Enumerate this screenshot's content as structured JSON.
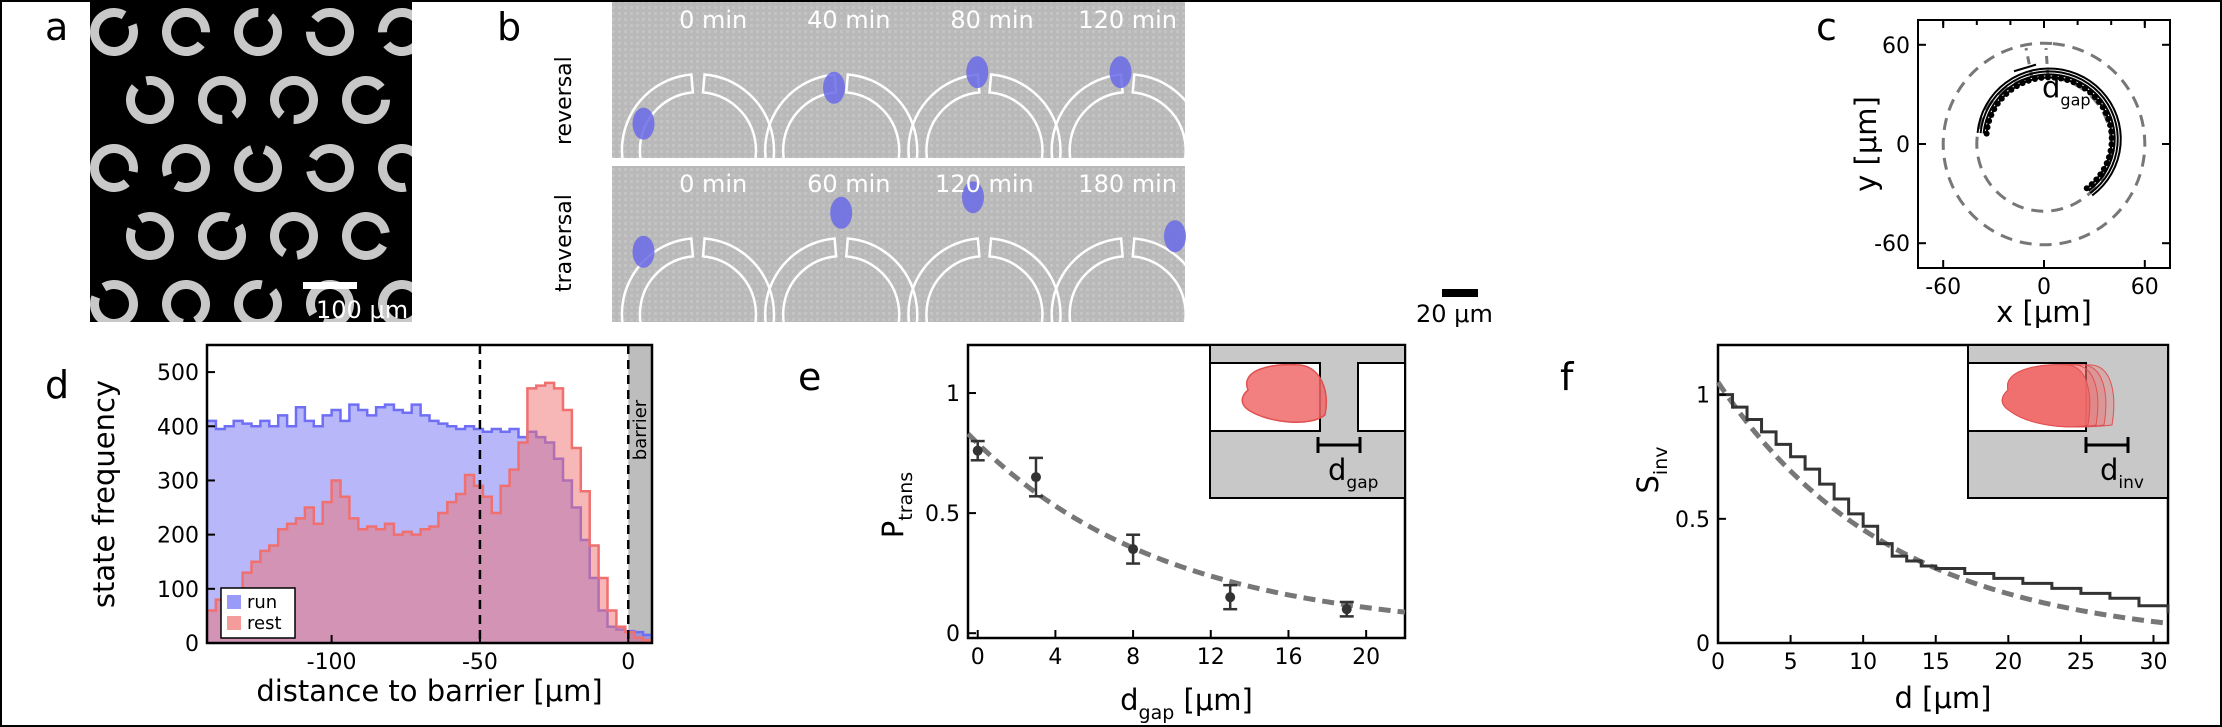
{
  "panels": {
    "a": {
      "label": "a",
      "scale_bar": "100 μm"
    },
    "b": {
      "label": "b",
      "rows": [
        {
          "name": "reversal",
          "times": [
            "0 min",
            "40 min",
            "80 min",
            "120 min"
          ]
        },
        {
          "name": "traversal",
          "times": [
            "0 min",
            "60 min",
            "120 min",
            "180 min"
          ]
        }
      ],
      "scale_bar": "20 μm"
    },
    "c": {
      "label": "c",
      "gap_label_main": "d",
      "gap_label_sub": "gap"
    },
    "d": {
      "label": "d",
      "barrier_label": "barrier"
    },
    "e": {
      "label": "e",
      "inset_label_main": "d",
      "inset_label_sub": "gap"
    },
    "f": {
      "label": "f",
      "inset_label_main": "d",
      "inset_label_sub": "inv"
    }
  },
  "chart_data": [
    {
      "id": "c",
      "type": "line",
      "xlabel": "x [μm]",
      "ylabel": "y [μm]",
      "xlim": [
        -75,
        75
      ],
      "ylim": [
        -75,
        75
      ],
      "xticks": [
        -60,
        0,
        60
      ],
      "yticks": [
        -60,
        0,
        60
      ],
      "circles": [
        {
          "r": 60
        },
        {
          "r": 40
        }
      ],
      "trajectory_center": [
        3,
        3
      ],
      "trajectory_radius": 40,
      "trajectory_arc_degrees": [
        -175,
        55
      ]
    },
    {
      "id": "d",
      "type": "area",
      "xlabel": "distance to barrier [μm]",
      "ylabel": "state frequency",
      "xlim": [
        -142,
        8
      ],
      "ylim": [
        0,
        550
      ],
      "xticks": [
        -100,
        -50,
        0
      ],
      "yticks": [
        0,
        100,
        200,
        300,
        400,
        500
      ],
      "vlines": [
        -50,
        0
      ],
      "barrier_from": 0,
      "bin_width": 3,
      "bin_start": -142,
      "legend": "bottom-left",
      "series": [
        {
          "name": "run",
          "color": "#6f6ff5",
          "values": [
            410,
            395,
            400,
            410,
            405,
            400,
            410,
            400,
            420,
            400,
            435,
            410,
            400,
            420,
            430,
            410,
            440,
            430,
            420,
            435,
            440,
            430,
            425,
            440,
            420,
            410,
            405,
            400,
            395,
            400,
            395,
            390,
            395,
            390,
            395,
            380,
            390,
            380,
            370,
            340,
            300,
            250,
            190,
            120,
            60,
            30,
            25,
            22,
            20,
            15
          ]
        },
        {
          "name": "rest",
          "color": "#f07070",
          "values": [
            60,
            80,
            90,
            100,
            130,
            150,
            170,
            180,
            210,
            220,
            230,
            250,
            220,
            260,
            300,
            270,
            230,
            210,
            215,
            210,
            220,
            200,
            205,
            200,
            210,
            215,
            240,
            260,
            275,
            310,
            290,
            270,
            240,
            290,
            320,
            370,
            470,
            475,
            480,
            470,
            430,
            360,
            280,
            180,
            120,
            60,
            30,
            20,
            10,
            5
          ]
        }
      ]
    },
    {
      "id": "e",
      "type": "scatter",
      "xlabel_main": "d",
      "xlabel_sub": "gap",
      "xlabel_unit": " [μm]",
      "ylabel_main": "P",
      "ylabel_sub": "trans",
      "xlim": [
        -0.5,
        22
      ],
      "ylim": [
        -0.02,
        1.2
      ],
      "xticks": [
        0,
        4,
        8,
        12,
        16,
        20
      ],
      "yticks": [
        0,
        0.5,
        1
      ],
      "x": [
        0,
        3,
        8,
        13,
        19
      ],
      "y": [
        0.76,
        0.65,
        0.35,
        0.15,
        0.1
      ],
      "yerr": [
        0.04,
        0.08,
        0.06,
        0.05,
        0.03
      ],
      "fit": {
        "type": "exponential",
        "a": 0.79,
        "tau": 10.0
      }
    },
    {
      "id": "f",
      "type": "line",
      "xlabel": "d [μm]",
      "ylabel_main": "S",
      "ylabel_sub": "inv",
      "xlim": [
        0,
        31
      ],
      "ylim": [
        0,
        1.2
      ],
      "xticks": [
        0,
        5,
        10,
        15,
        20,
        25,
        30
      ],
      "yticks": [
        0,
        0.5,
        1
      ],
      "step_x": [
        0,
        1,
        2,
        3,
        4,
        5,
        6,
        7,
        8,
        9,
        10,
        11,
        12,
        13,
        14,
        15,
        17,
        19,
        21,
        23,
        25,
        27,
        29,
        31
      ],
      "step_y": [
        1.0,
        0.95,
        0.9,
        0.85,
        0.8,
        0.75,
        0.7,
        0.64,
        0.58,
        0.52,
        0.47,
        0.4,
        0.35,
        0.33,
        0.31,
        0.3,
        0.28,
        0.26,
        0.24,
        0.22,
        0.2,
        0.18,
        0.15,
        0.12
      ],
      "fit": {
        "type": "exponential",
        "a": 1.05,
        "tau": 12.0
      }
    }
  ]
}
